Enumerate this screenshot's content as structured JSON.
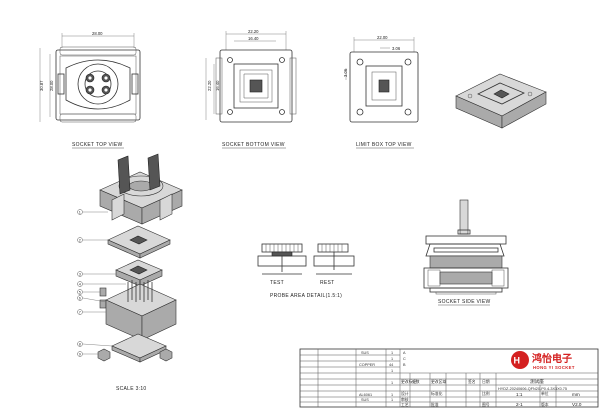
{
  "views": {
    "top": {
      "label": "SOCKET TOP VIEW",
      "dim_width": "28.00",
      "dim_height_outer": "30.87",
      "dim_height_inner": "28.00"
    },
    "bottom": {
      "label": "SOCKET BOTTOM VIEW",
      "dim_outer": "22.20",
      "dim_inner": "16.40",
      "dim_v_outer": "22.20",
      "dim_v_inner": "16.40"
    },
    "limit": {
      "label": "LIMIT BOX  TOP VIEW",
      "dim_outer": "22.00",
      "dim_inner": "3.06",
      "dim_v": "3.06"
    },
    "side": {
      "label": "SOCKET SIDE VIEW"
    },
    "probe": {
      "title": "PROBE AREA DETAIL(1.5:1)",
      "test_label": "TEST",
      "rest_label": "REST"
    },
    "exploded": {
      "scale_label": "SCALE 3:10"
    }
  },
  "balloons": [
    "1",
    "2",
    "3",
    "4",
    "5",
    "6",
    "7",
    "8",
    "9"
  ],
  "title_block": {
    "company_cn": "鸿怡电子",
    "company_en": "HONG YI SOCKET",
    "drawing_no": "HYDZ-20240606-QFN20-P0.4-3X3X0.75",
    "part_name": "测试座",
    "scale": "1:1",
    "sheet": "2-1",
    "unit": "mm",
    "version": "V2.0",
    "materials": [
      "SUS",
      "",
      "COPPER",
      "",
      "",
      "AL6061",
      "SUS"
    ],
    "quantities": [
      "1",
      "1",
      "44",
      "1",
      "1",
      "1",
      "1"
    ],
    "revisions": [
      "A",
      "C",
      "B"
    ],
    "headers": [
      "更改标记",
      "处数",
      "更改区域",
      "签名",
      "日期",
      "签名",
      "日期"
    ],
    "cells": [
      "设计",
      "审核",
      "工艺",
      "标准化",
      "批准",
      "比例",
      "单位",
      "图号",
      "版本"
    ]
  }
}
